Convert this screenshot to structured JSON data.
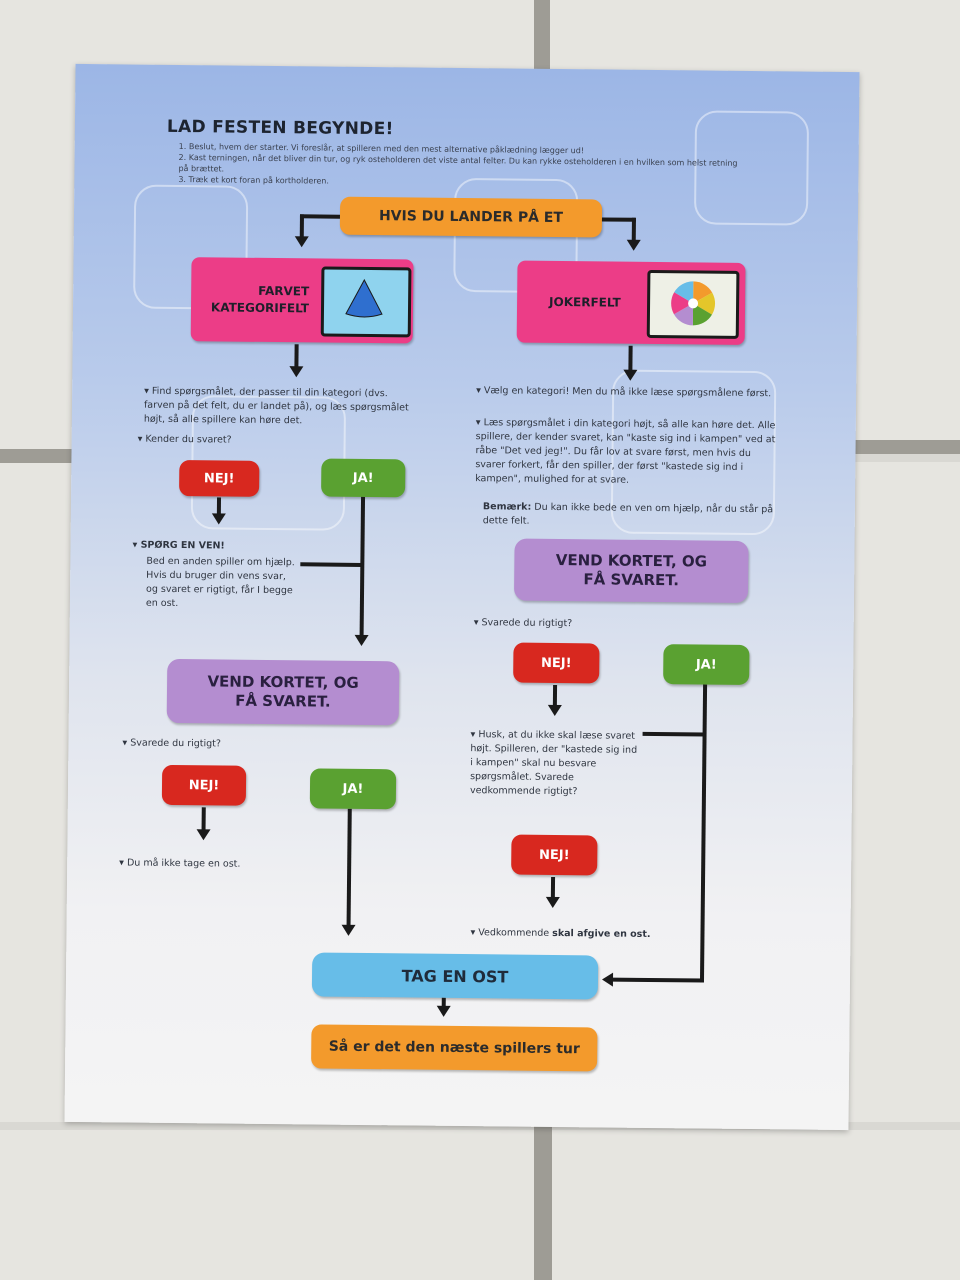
{
  "title": "LAD FESTEN BEGYNDE!",
  "steps": [
    "1. Beslut, hvem der starter. Vi foreslår, at spilleren med den mest alternative påklædning lægger ud!",
    "2. Kast terningen, når det bliver din tur, og ryk osteholderen det viste antal felter. Du kan rykke osteholderen i en hvilken som helst retning på brættet.",
    "3. Træk et kort foran på kortholderen."
  ],
  "start_box": "HVIS DU LANDER PÅ ET",
  "left": {
    "category_box": "FARVET KATEGORIFELT",
    "instruction": "Find spørgsmålet, der passer til din kategori (dvs. farven på det felt, du er landet på), og læs spørgsmålet højt, så alle spillere kan høre det.",
    "question": "Kender du svaret?",
    "no": "NEJ!",
    "yes": "JA!",
    "ask_friend_title": "SPØRG EN VEN!",
    "ask_friend_text": "Bed en anden spiller om hjælp. Hvis du bruger din vens svar, og svaret er rigtigt, får I begge en ost.",
    "turn_card": "VEND KORTET, OG FÅ SVARET.",
    "answer_question": "Svarede du rigtigt?",
    "no2": "NEJ!",
    "yes2": "JA!",
    "no_cheese": "Du må ikke tage en ost."
  },
  "right": {
    "joker_box": "JOKERFELT",
    "instruction1": "Vælg en kategori! Men du må ikke læse spørgsmålene først.",
    "instruction2": "Læs spørgsmålet i din kategori højt, så alle kan høre det. Alle spillere, der kender svaret, kan \"kaste sig ind i kampen\" ved at råbe \"Det ved jeg!\". Du får lov at svare først, men hvis du svarer forkert, får den spiller, der først \"kastede sig ind i kampen\", mulighed for at svare.",
    "note_label": "Bemærk:",
    "note_text": "Du kan ikke bede en ven om hjælp, når du står på dette felt.",
    "turn_card": "VEND KORTET, OG FÅ SVARET.",
    "answer_question": "Svarede du rigtigt?",
    "no": "NEJ!",
    "yes": "JA!",
    "remember": "Husk, at du ikke skal læse svaret højt. Spilleren, der \"kastede sig ind i kampen\" skal nu besvare spørgsmålet. Svarede vedkommende rigtigt?",
    "no2": "NEJ!",
    "give_cheese_prefix": "Vedkommende",
    "give_cheese_bold": "skal afgive en ost."
  },
  "take_cheese": "TAG EN OST",
  "next_turn": "Så er det den næste spillers tur",
  "colors": {
    "orange": "#f39a2c",
    "pink": "#ec3d87",
    "red": "#d8281f",
    "green": "#5aa131",
    "purple": "#b48dd0",
    "blue": "#67bde8"
  },
  "icons": {
    "category_card": "blue-triangle-card-icon",
    "joker_card": "color-wheel-card-icon"
  }
}
